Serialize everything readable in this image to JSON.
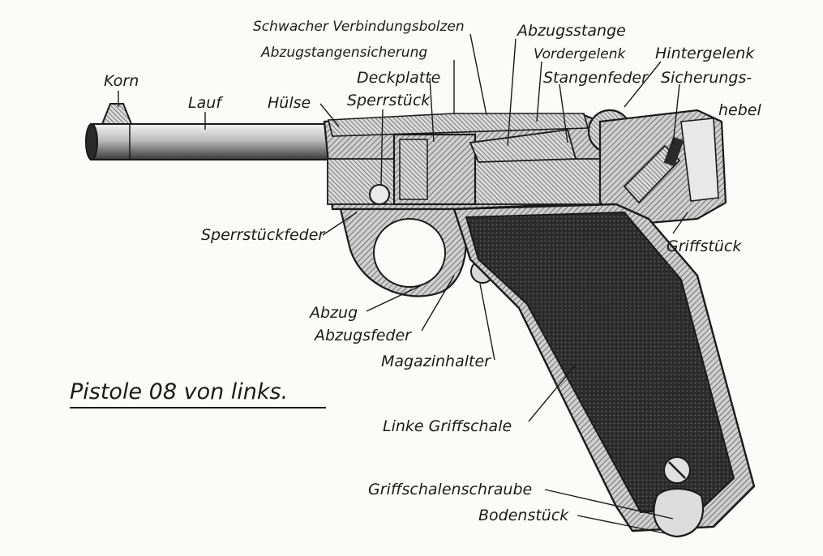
{
  "caption": "Pistole 08 von links.",
  "labels": {
    "korn": "Korn",
    "lauf": "Lauf",
    "huelse": "Hülse",
    "schwacher_verbindungsbolzen": "Schwacher Verbindungsbolzen",
    "abzugstangensicherung": "Abzugstangensicherung",
    "deckplatte": "Deckplatte",
    "sperrstueck": "Sperrstück",
    "abzugsstange": "Abzugsstange",
    "vordergelenk": "Vordergelenk",
    "stangenfeder": "Stangenfeder",
    "hintergelenk": "Hintergelenk",
    "sicherungshebel_1": "Sicherungs-",
    "sicherungshebel_2": "hebel",
    "sperrstueckfeder": "Sperrstückfeder",
    "griffstueck": "Griffstück",
    "abzug": "Abzug",
    "abzugsfeder": "Abzugsfeder",
    "magazinhalter": "Magazinhalter",
    "linke_griffschale": "Linke Griffschale",
    "griffschalenschraube": "Griffschalenschraube",
    "bodenstueck": "Bodenstück"
  },
  "colors": {
    "ink": "#1a1a1a",
    "paper": "#fbfbf9",
    "hatch": "#6d6d6d",
    "grip": "#2b2b2b"
  }
}
